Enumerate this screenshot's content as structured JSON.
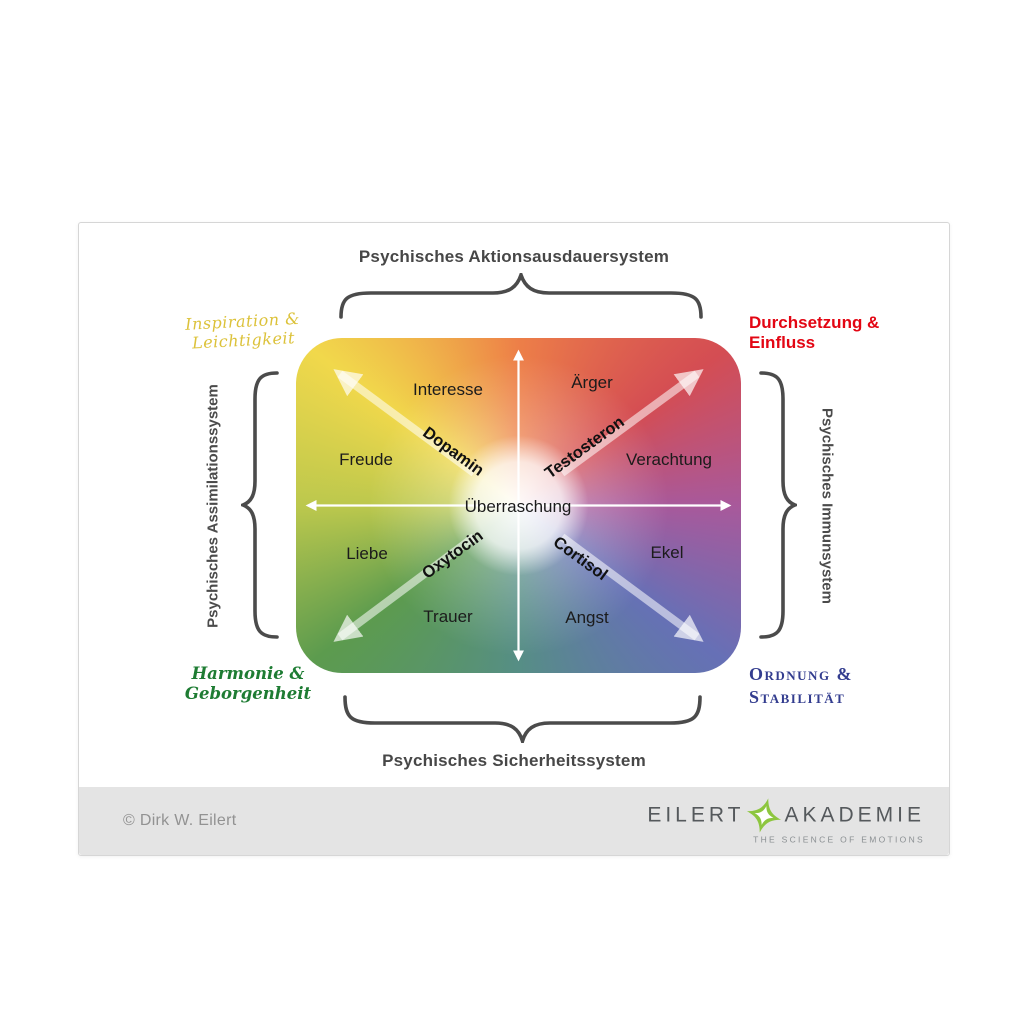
{
  "systems": {
    "top": "Psychisches Aktionsausdauersystem",
    "bottom": "Psychisches Sicherheitssystem",
    "left": "Psychisches Assimilationssystem",
    "right": "Psychisches Immunsystem"
  },
  "corner_labels": {
    "top_left": {
      "line1": "Inspiration &",
      "line2": "Leichtigkeit"
    },
    "top_right": {
      "line1": "Durchsetzung &",
      "line2": "Einfluss"
    },
    "bottom_left": {
      "line1": "Harmonie &",
      "line2": "Geborgenheit"
    },
    "bottom_right": {
      "line1": "Ordnung &",
      "line2": "Stabilität"
    }
  },
  "emotions": {
    "interesse": "Interesse",
    "aerger": "Ärger",
    "freude": "Freude",
    "verachtung": "Verachtung",
    "liebe": "Liebe",
    "ekel": "Ekel",
    "trauer": "Trauer",
    "angst": "Angst",
    "ueberraschung": "Überraschung"
  },
  "hormones": {
    "dopamin": "Dopamin",
    "testosteron": "Testosteron",
    "oxytocin": "Oxytocin",
    "cortisol": "Cortisol"
  },
  "footer": {
    "copyright": "© Dirk W. Eilert",
    "logo": {
      "left": "EILERT",
      "right": "AKADEMIE",
      "tagline": "THE SCIENCE OF EMOTIONS"
    }
  },
  "colors": {
    "quadrant_yellow": "#F1D84B",
    "quadrant_red": "#D44D53",
    "quadrant_green": "#5C9B4E",
    "quadrant_blue": "#6670B6",
    "accent_yellow": "#DCC23A",
    "accent_red": "#E30613",
    "accent_green": "#1E7C33",
    "accent_blue": "#333D8F",
    "logo_green": "#8DC63F"
  }
}
